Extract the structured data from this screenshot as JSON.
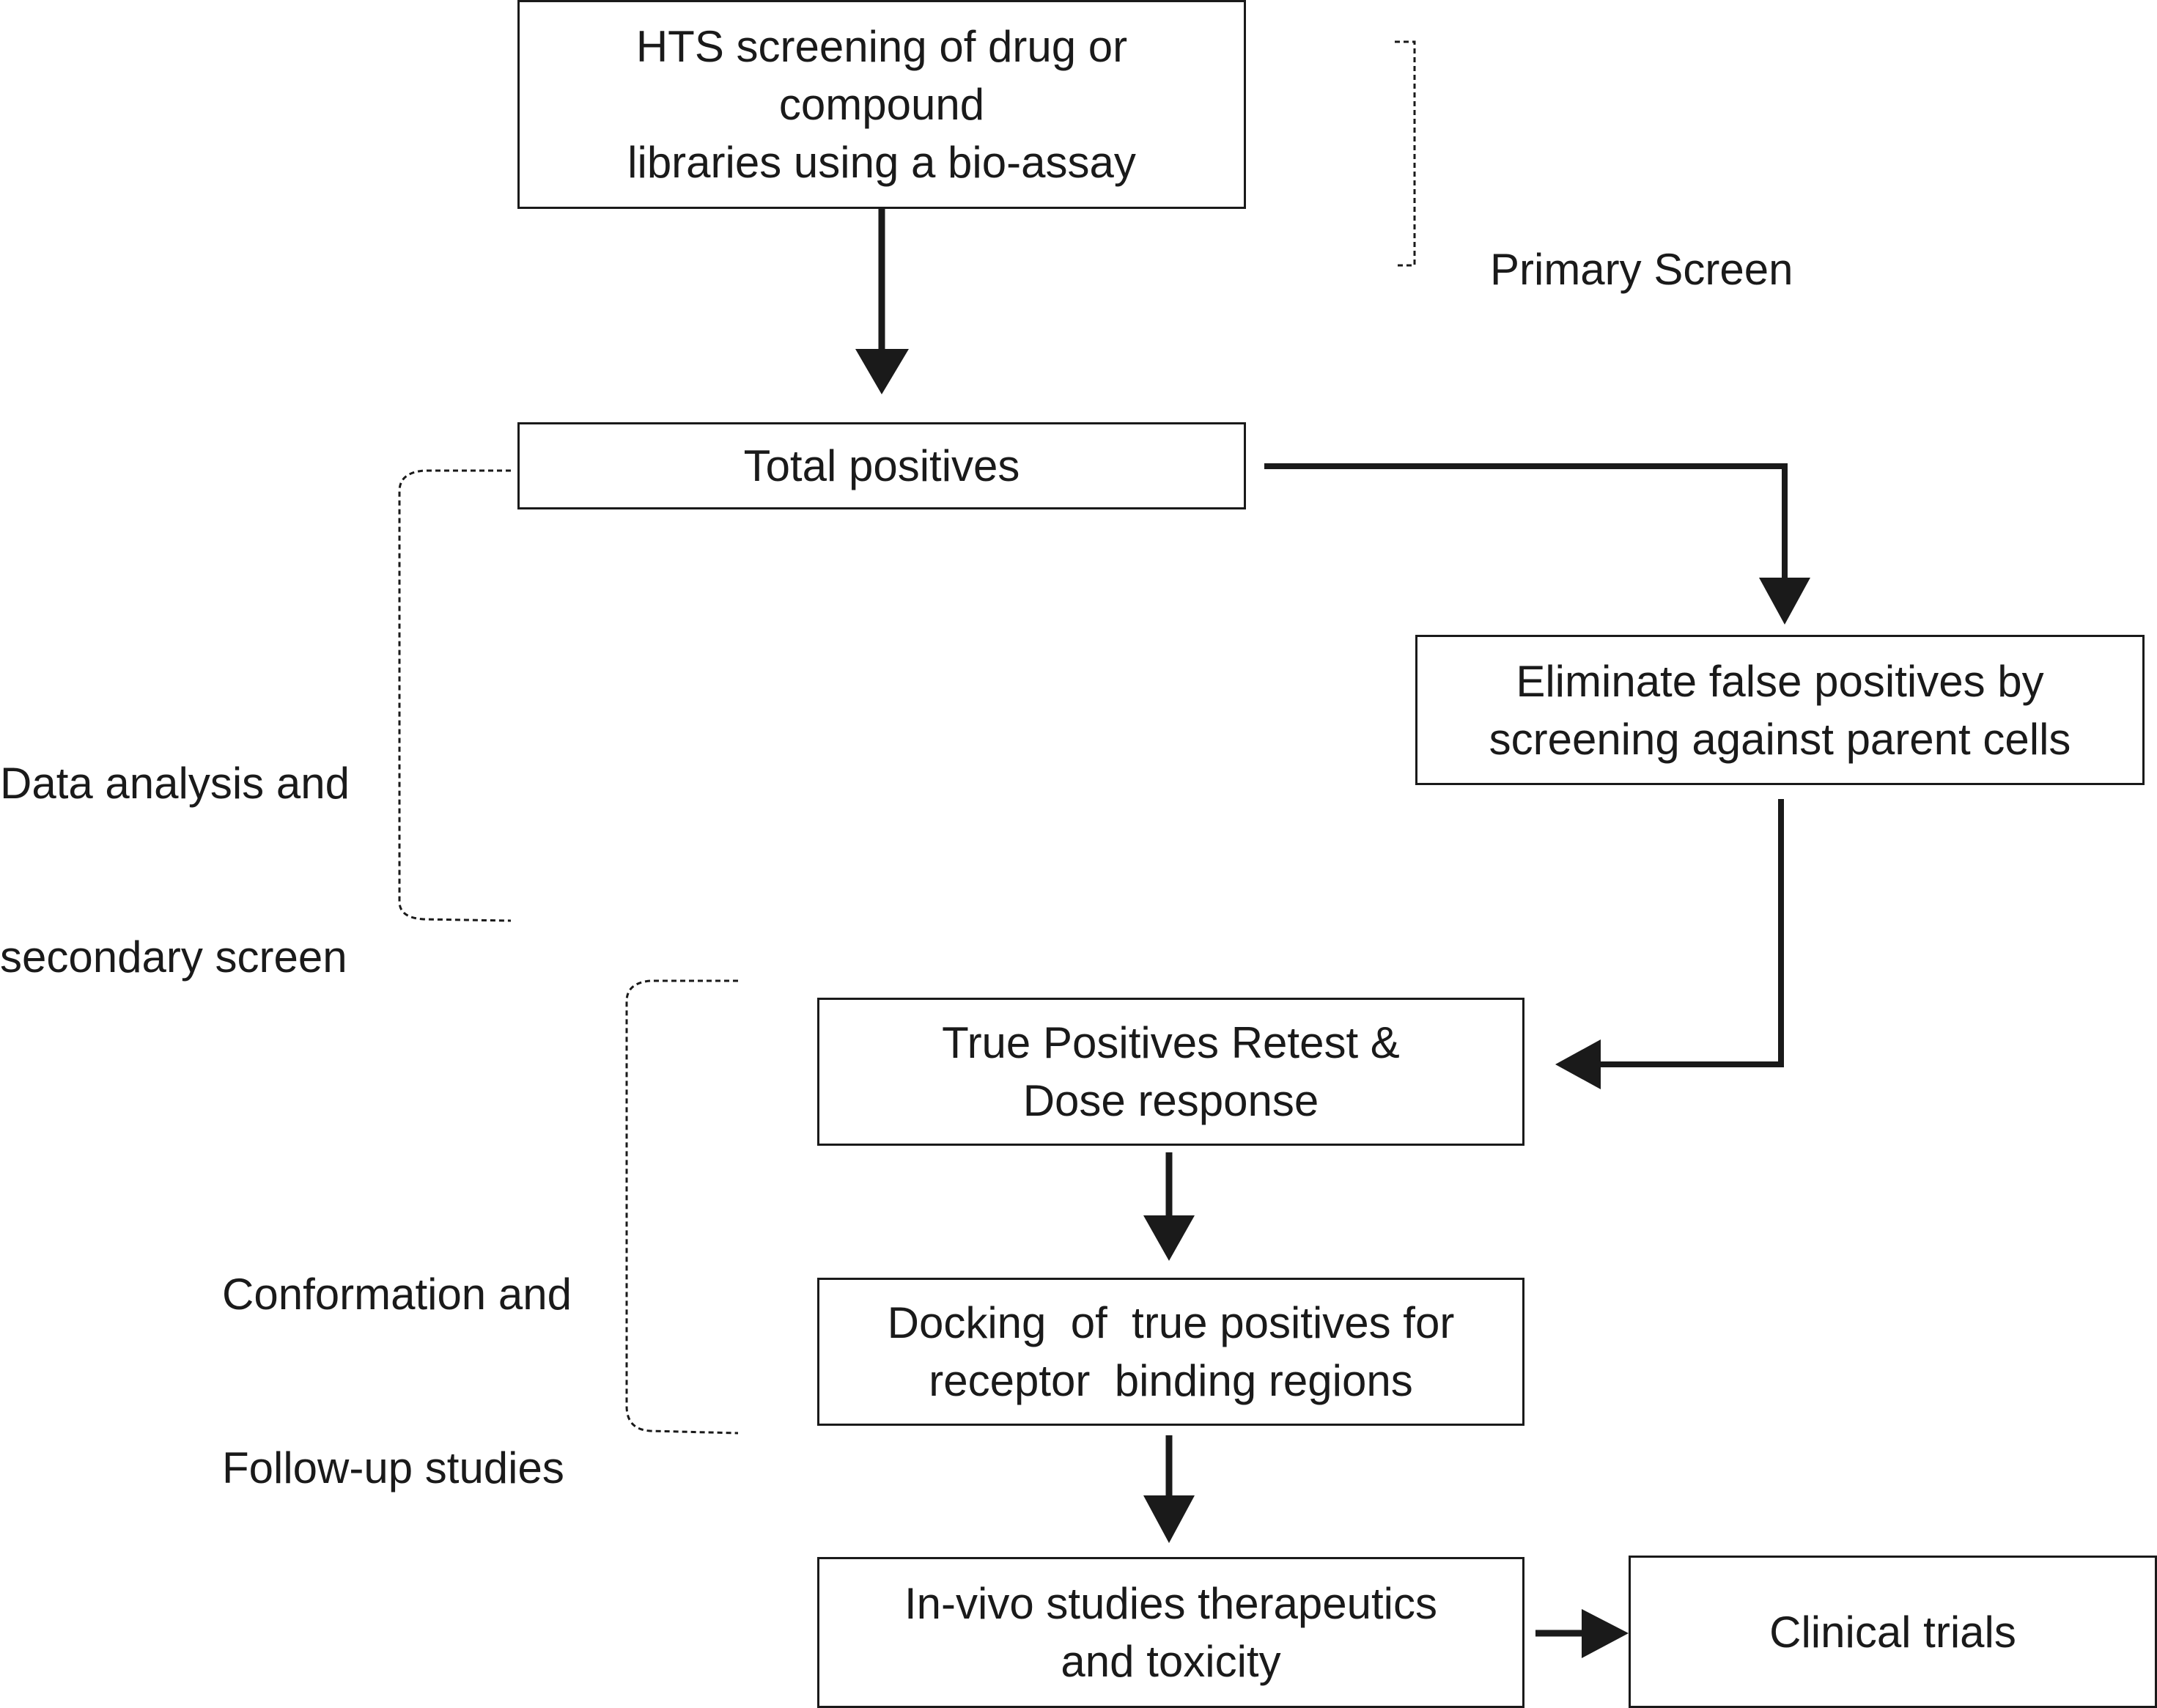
{
  "boxes": {
    "hts": [
      "HTS screening of drug or",
      "compound",
      "libraries using a bio-assay"
    ],
    "total_positives": [
      "Total positives"
    ],
    "eliminate": [
      "Eliminate false positives by",
      "screening against parent cells"
    ],
    "true_positives": [
      "True Positives Retest &",
      "Dose response"
    ],
    "docking": [
      "Docking  of  true positives for",
      "receptor  binding regions"
    ],
    "invivo": [
      "In-vivo studies therapeutics",
      "and toxicity"
    ],
    "clinical": [
      "Clinical trials"
    ]
  },
  "brackets": {
    "primary": [
      "Primary Screen"
    ],
    "data_analysis": [
      "Data analysis and",
      "secondary screen"
    ],
    "conformation": [
      "Conformation and",
      "Follow-up studies"
    ]
  },
  "colors": {
    "line": "#1a1a1a",
    "background": "#ffffff"
  }
}
